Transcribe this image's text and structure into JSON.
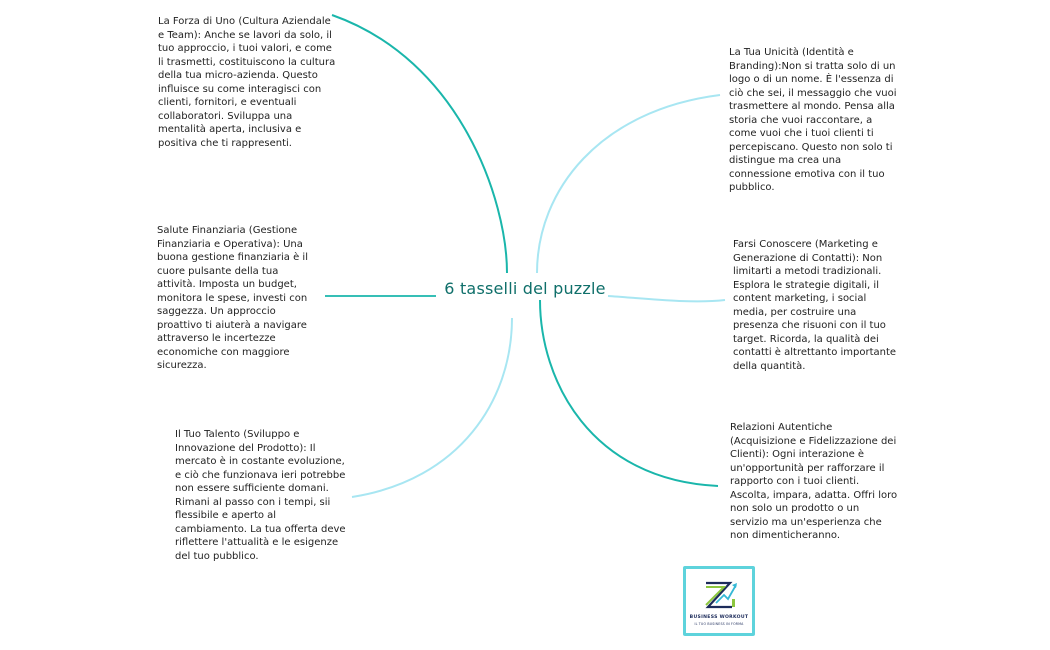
{
  "diagram": {
    "center_title": "6 tasselli del puzzle",
    "colors": {
      "dark_teal": "#1ab6ab",
      "light_cyan": "#a8e6f2",
      "title": "#0f6f6a"
    },
    "branches": [
      {
        "id": "n1",
        "text": "La Forza di Uno (Cultura Aziendale e Team): Anche se lavori da solo, il tuo approccio, i tuoi valori, e come li trasmetti, costituiscono la cultura della tua micro-azienda. Questo influisce su come interagisci con clienti, fornitori, e eventuali collaboratori. Sviluppa una mentalità aperta, inclusiva e positiva che ti rappresenti."
      },
      {
        "id": "n2",
        "text": "Salute Finanziaria (Gestione Finanziaria e Operativa): Una buona gestione finanziaria è il cuore pulsante della tua attività. Imposta un budget, monitora le spese, investi con saggezza. Un approccio proattivo ti aiuterà a navigare attraverso le incertezze economiche con maggiore sicurezza."
      },
      {
        "id": "n3",
        "text": "Il Tuo Talento (Sviluppo e Innovazione del Prodotto): Il mercato è in costante evoluzione, e ciò che funzionava ieri potrebbe non essere sufficiente domani. Rimani al passo con i tempi, sii flessibile e aperto al cambiamento. La tua offerta deve riflettere l'attualità e le esigenze del tuo pubblico."
      },
      {
        "id": "n4",
        "text": "La Tua Unicità (Identità e Branding):Non si tratta solo di un logo o di un nome. È l'essenza di ciò che sei, il messaggio che vuoi trasmettere al mondo. Pensa alla storia che vuoi raccontare, a come vuoi che i tuoi clienti ti percepiscano. Questo non solo ti distingue ma crea una connessione emotiva con il tuo pubblico."
      },
      {
        "id": "n5",
        "text": "Farsi Conoscere (Marketing e Generazione di Contatti): Non limitarti a metodi tradizionali. Esplora le strategie digitali, il content marketing, i social media, per costruire una presenza che risuoni con il tuo target. Ricorda, la qualità dei contatti è altrettanto importante della quantità."
      },
      {
        "id": "n6",
        "text": "Relazioni Autentiche (Acquisizione e Fidelizzazione dei Clienti): Ogni interazione è un'opportunità per rafforzare il rapporto con i tuoi clienti. Ascolta, impara, adatta. Offri loro non solo un prodotto o un servizio ma un'esperienza che non dimenticheranno."
      }
    ]
  },
  "logo": {
    "name": "BUSINESS WORKOUT",
    "tagline": "IL TUO BUSINESS IN FORMA",
    "colors": {
      "border": "#5ed3dc",
      "navy": "#1c2b5a",
      "green": "#8cc63f",
      "cyan": "#35b8d6"
    }
  }
}
